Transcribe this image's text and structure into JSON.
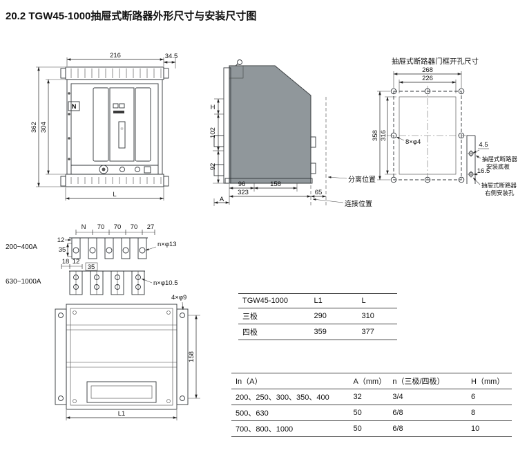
{
  "title": "20.2 TGW45-1000抽屉式断路器外形尺寸与安装尺寸图",
  "colors": {
    "indicator_red": "#c0392b",
    "indicator_green": "#27a844",
    "panel_gray": "#90979b"
  },
  "front_view": {
    "dim_width": "216",
    "dim_side": "34.5",
    "dim_height_outer": "362",
    "dim_height_inner": "304",
    "dim_length": "L",
    "pole_label": "N"
  },
  "side_view": {
    "dim_h": "H",
    "dim_upper": "102",
    "dim_lower": "92",
    "dim_front": "96",
    "dim_mid": "158",
    "dim_depth": "323",
    "dim_a": "A",
    "dim_travel": "65",
    "pos_separated": "分离位置",
    "pos_connected": "连接位置"
  },
  "door_cutout": {
    "title": "抽屉式断路器门框开孔尺寸",
    "dim_outer_w": "268",
    "dim_inner_w": "226",
    "dim_outer_h": "358",
    "dim_inner_h": "316",
    "holes_label": "8×φ4",
    "dim_edge": "4.5",
    "dim_hole_offset": "16.5",
    "note_base_line1": "抽屉式断路器",
    "note_base_line2": "安装底板",
    "note_side_line1": "抽屉式断路器",
    "note_side_line2": "右侧安装孔"
  },
  "terminals": {
    "small_range": "200~400A",
    "large_range": "630~1000A",
    "n_label": "N",
    "pitch": "70",
    "dim_27": "27",
    "dim_12": "12",
    "dim_35": "35",
    "small_holes": "n×φ13",
    "dim_18": "18",
    "large_holes": "n×φ10.5"
  },
  "base_plate": {
    "holes_label": "4×φ9",
    "dim_height": "158",
    "dim_length": "L1"
  },
  "spec_table": {
    "rows": [
      [
        "TGW45-1000",
        "L1",
        "L"
      ],
      [
        "三极",
        "290",
        "310"
      ],
      [
        "四极",
        "359",
        "377"
      ]
    ]
  },
  "rating_table": {
    "headers": [
      "In（A）",
      "A（mm）",
      "n（三极/四极）",
      "H（mm）"
    ],
    "rows": [
      [
        "200、250、300、350、400",
        "32",
        "3/4",
        "6"
      ],
      [
        "500、630",
        "50",
        "6/8",
        "8"
      ],
      [
        "700、800、1000",
        "50",
        "6/8",
        "10"
      ]
    ]
  }
}
